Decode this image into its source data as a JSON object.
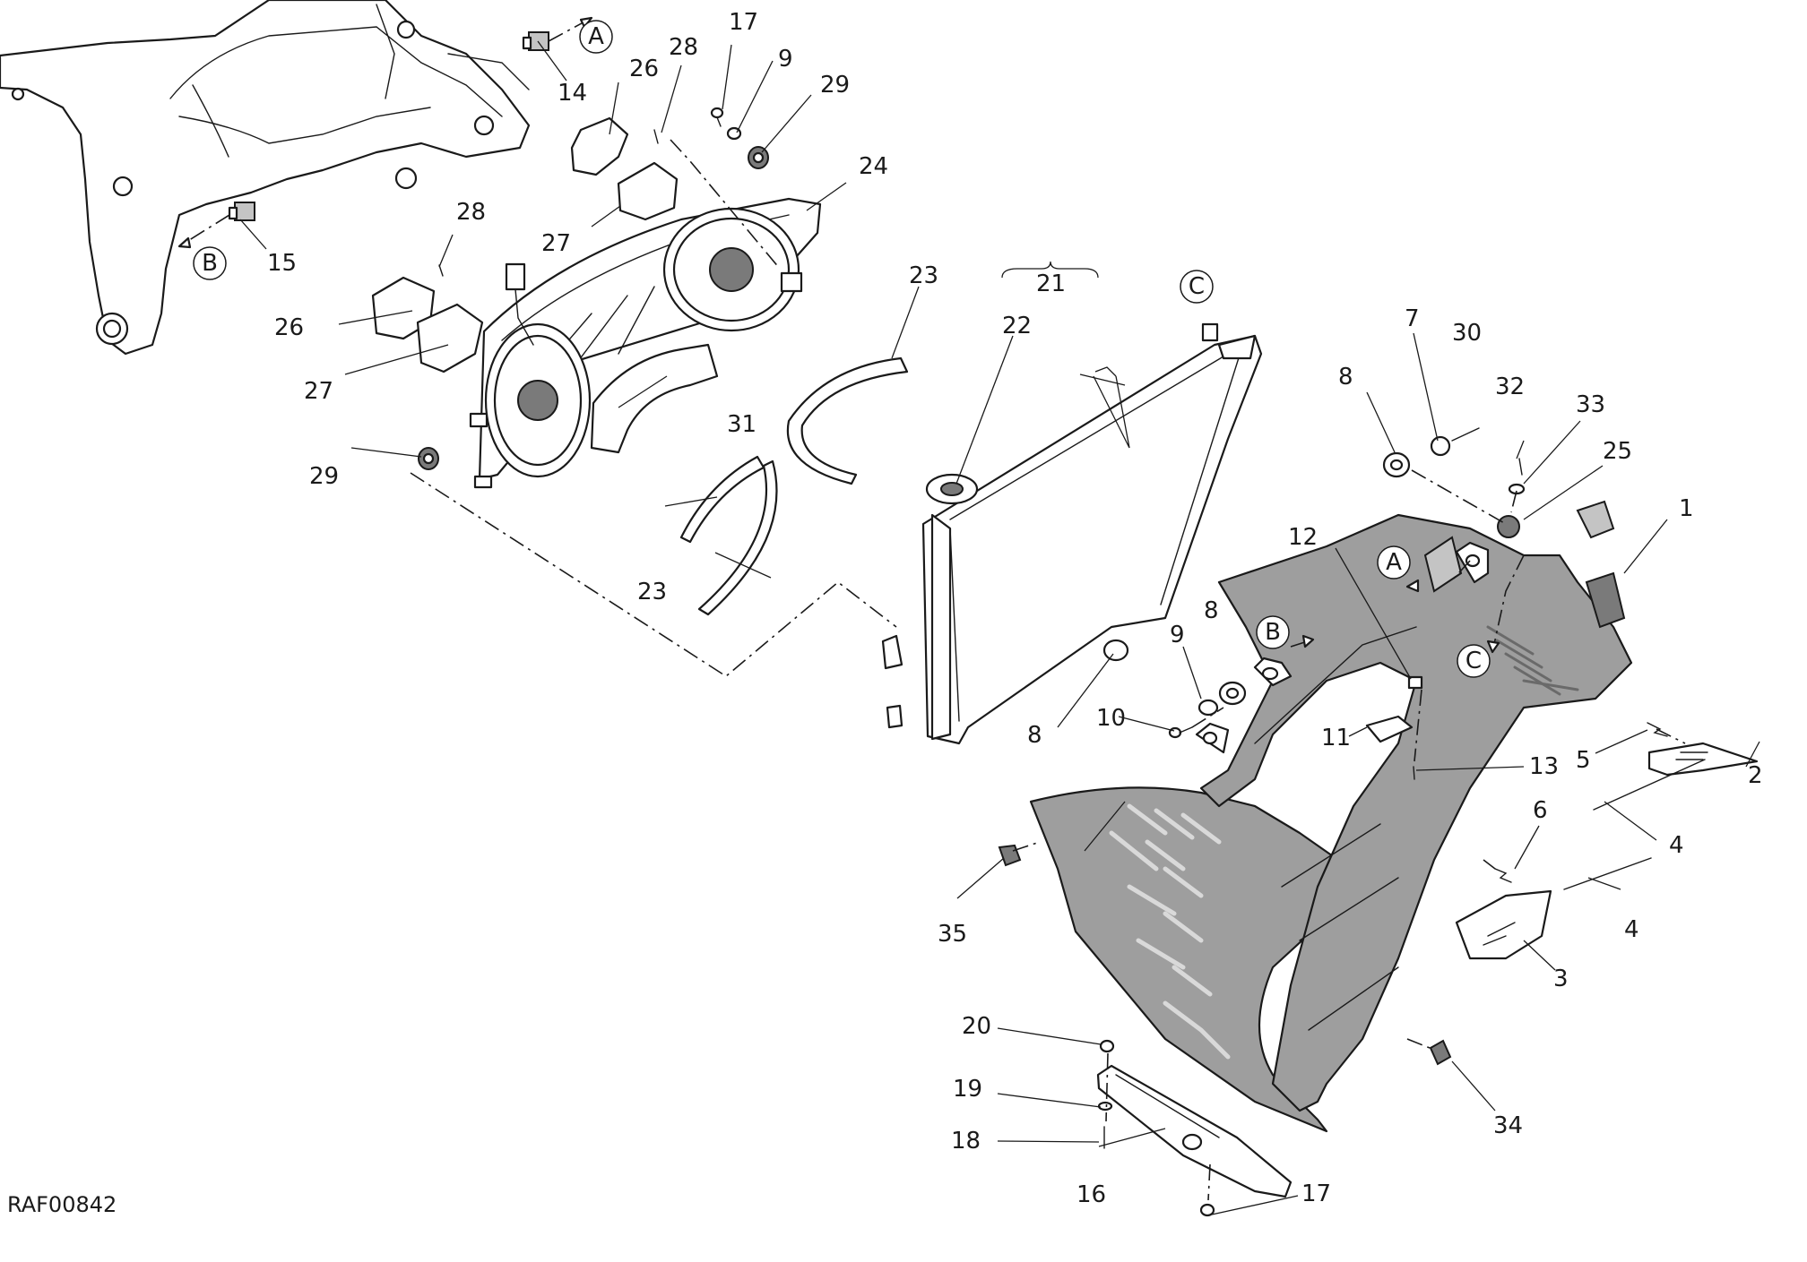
{
  "diagram": {
    "drawing_code": "RAF00842",
    "part_labels": {
      "p1": "1",
      "p2": "2",
      "p3": "3",
      "p4a": "4",
      "p4b": "4",
      "p5": "5",
      "p6": "6",
      "p7": "7",
      "p8a": "8",
      "p8b": "8",
      "p8c": "8",
      "p9a": "9",
      "p9b": "9",
      "p10": "10",
      "p11": "11",
      "p12": "12",
      "p13": "13",
      "p14": "14",
      "p15": "15",
      "p16": "16",
      "p17a": "17",
      "p17b": "17",
      "p18": "18",
      "p19": "19",
      "p20": "20",
      "p21": "21",
      "p22": "22",
      "p23a": "23",
      "p23b": "23",
      "p24": "24",
      "p25": "25",
      "p26a": "26",
      "p26b": "26",
      "p27a": "27",
      "p27b": "27",
      "p28a": "28",
      "p28b": "28",
      "p29a": "29",
      "p29b": "29",
      "p30": "30",
      "p31": "31",
      "p32": "32",
      "p33": "33",
      "p34": "34",
      "p35": "35"
    },
    "connection_markers": {
      "a1": "A",
      "a2": "A",
      "b1": "B",
      "b2": "B",
      "c1": "C",
      "c2": "C"
    }
  }
}
